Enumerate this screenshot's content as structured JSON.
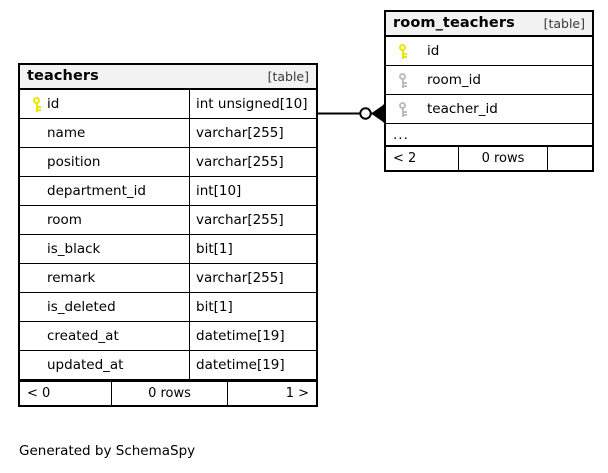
{
  "diagram": {
    "caption": "Generated by SchemaSpy",
    "kind_label": "[table]"
  },
  "tables": {
    "teachers": {
      "name": "teachers",
      "kind": "[table]",
      "columns": [
        {
          "key": "pk",
          "name": "id",
          "type": "int unsigned[10]"
        },
        {
          "key": "none",
          "name": "name",
          "type": "varchar[255]"
        },
        {
          "key": "none",
          "name": "position",
          "type": "varchar[255]"
        },
        {
          "key": "none",
          "name": "department_id",
          "type": "int[10]"
        },
        {
          "key": "none",
          "name": "room",
          "type": "varchar[255]"
        },
        {
          "key": "none",
          "name": "is_black",
          "type": "bit[1]"
        },
        {
          "key": "none",
          "name": "remark",
          "type": "varchar[255]"
        },
        {
          "key": "none",
          "name": "is_deleted",
          "type": "bit[1]"
        },
        {
          "key": "none",
          "name": "created_at",
          "type": "datetime[19]"
        },
        {
          "key": "none",
          "name": "updated_at",
          "type": "datetime[19]"
        }
      ],
      "footer": {
        "left": "< 0",
        "middle": "0 rows",
        "right": "1 >"
      }
    },
    "room_teachers": {
      "name": "room_teachers",
      "kind": "[table]",
      "columns": [
        {
          "key": "pk",
          "name": "id"
        },
        {
          "key": "fk",
          "name": "room_id"
        },
        {
          "key": "fk",
          "name": "teacher_id"
        }
      ],
      "more_indicator": "...",
      "footer": {
        "left": "< 2",
        "middle": "0 rows",
        "right": ""
      }
    }
  },
  "relationship": {
    "from_table": "teachers",
    "from_column": "id",
    "to_table": "room_teachers",
    "to_column": "teacher_id",
    "notation": "crows-foot-zero-or-many"
  },
  "colors": {
    "header_bg": "#f2f2f2",
    "border": "#000000",
    "pk_key": "#e8e800",
    "fk_key": "#bdbdbd",
    "background": "#ffffff"
  }
}
